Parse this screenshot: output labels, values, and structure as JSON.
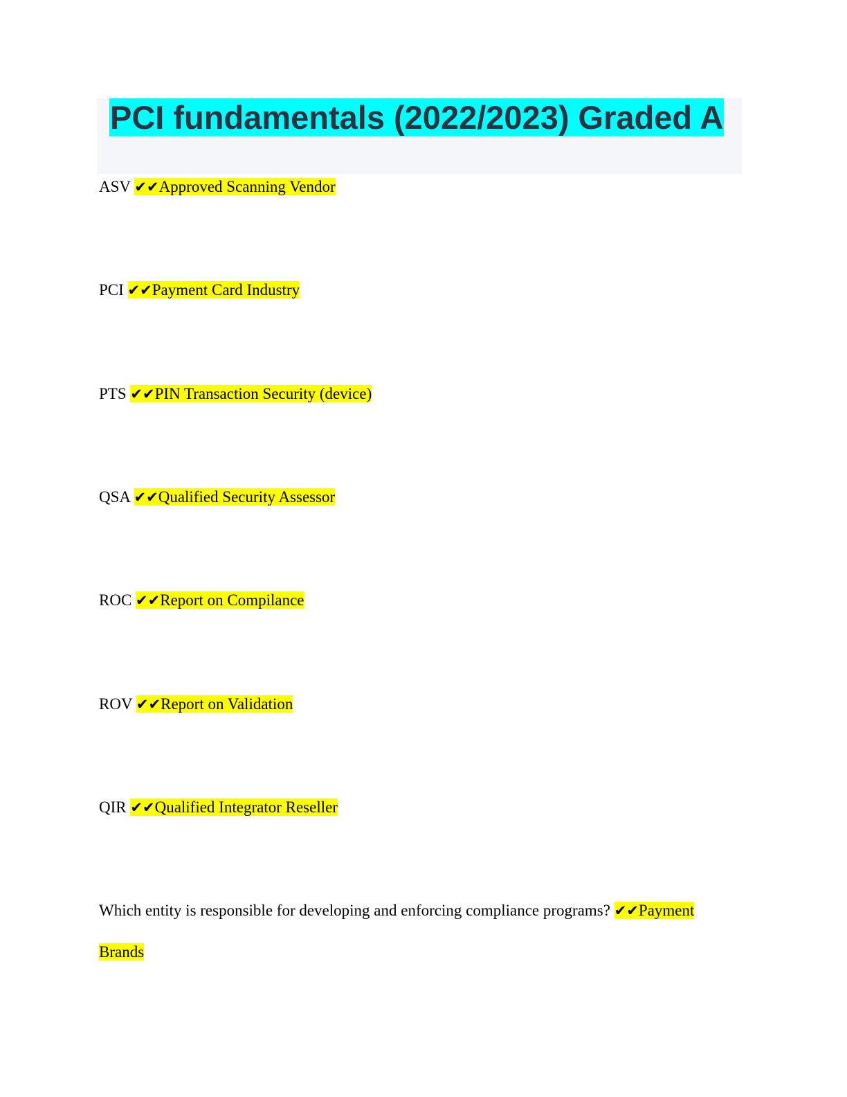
{
  "document": {
    "title": "PCI fundamentals (2022/2023) Graded A",
    "check_mark": "✔✔",
    "items": [
      {
        "term": "ASV",
        "answer": "Approved Scanning Vendor"
      },
      {
        "term": "PCI",
        "answer": "Payment Card Industry"
      },
      {
        "term": "PTS",
        "answer": "PIN Transaction Security (device)"
      },
      {
        "term": "QSA",
        "answer": "Qualified Security Assessor"
      },
      {
        "term": "ROC",
        "answer": "Report on Compilance"
      },
      {
        "term": "ROV",
        "answer": "Report on Validation"
      },
      {
        "term": "QIR",
        "answer": "Qualified Integrator Reseller"
      },
      {
        "term": "Which entity is responsible for developing and enforcing compliance programs?",
        "answer": "Payment Brands"
      }
    ]
  },
  "colors": {
    "title_highlight": "#00ffff",
    "answer_highlight": "#ffff00",
    "title_text": "#2d3140",
    "title_block_bg": "#f5f6f9"
  }
}
